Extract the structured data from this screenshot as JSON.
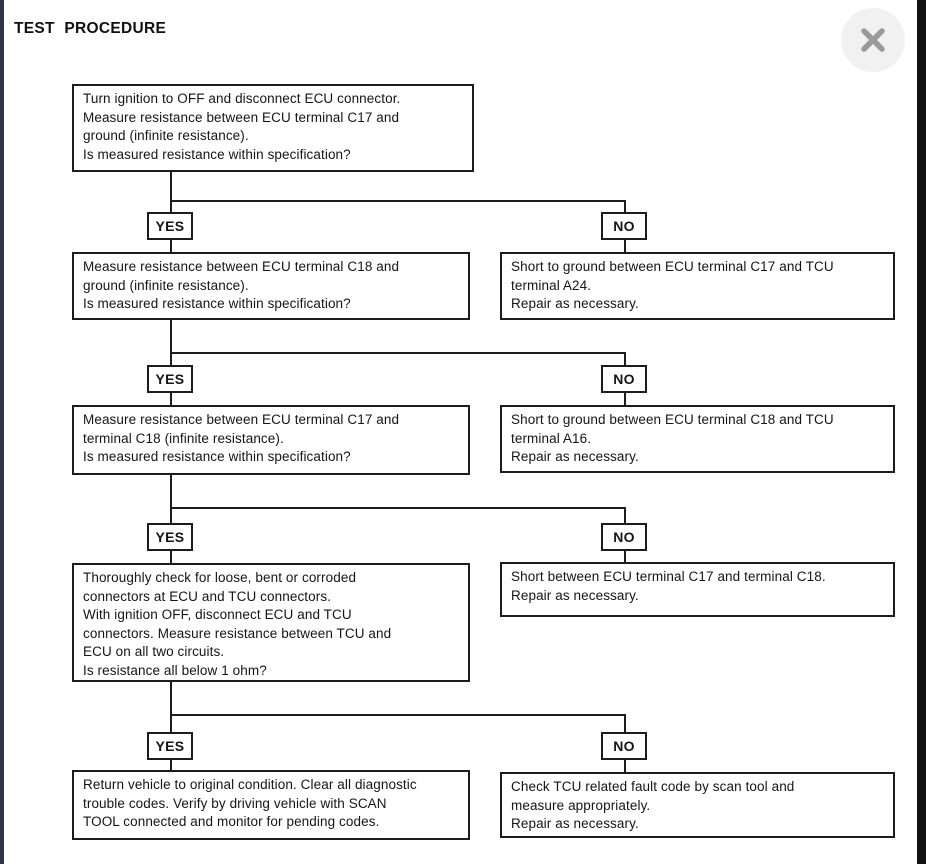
{
  "page": {
    "title": "TEST PROCEDURE",
    "close_icon": "x-icon"
  },
  "colors": {
    "line": "#1c1c1c",
    "left_edge": "#2b3648",
    "right_edge": "#121212",
    "close_circle": "#f1f1f2",
    "close_glyph": "#9a9a9a"
  },
  "flowchart": {
    "labels": {
      "yes": "YES",
      "no": "NO"
    },
    "steps": [
      {
        "question": "Turn ignition to OFF and disconnect ECU connector.\nMeasure resistance between ECU terminal C17 and\nground (infinite resistance).\nIs measured resistance within specification?",
        "no_action": "Short to ground between ECU terminal C17 and TCU\nterminal A24.\nRepair as necessary."
      },
      {
        "question": "Measure resistance between ECU terminal C18 and\nground (infinite resistance).\nIs measured resistance within specification?",
        "no_action": "Short to ground between ECU terminal C18 and TCU\nterminal A16.\nRepair as necessary."
      },
      {
        "question": "Measure resistance between ECU terminal C17 and\nterminal C18 (infinite resistance).\nIs measured resistance within specification?",
        "no_action": "Short between ECU terminal C17 and terminal C18.\nRepair as necessary."
      },
      {
        "question": "Thoroughly check for loose, bent or corroded\nconnectors at ECU and TCU connectors.\nWith ignition OFF, disconnect ECU and TCU\nconnectors. Measure resistance between TCU and\nECU on all two circuits.\nIs resistance all below 1 ohm?",
        "no_action": "Check TCU related fault code by scan tool and\nmeasure appropriately.\nRepair as necessary."
      }
    ],
    "success_action": "Return vehicle to original condition. Clear all diagnostic\ntrouble codes. Verify by driving vehicle with SCAN\nTOOL connected and monitor for pending codes."
  }
}
